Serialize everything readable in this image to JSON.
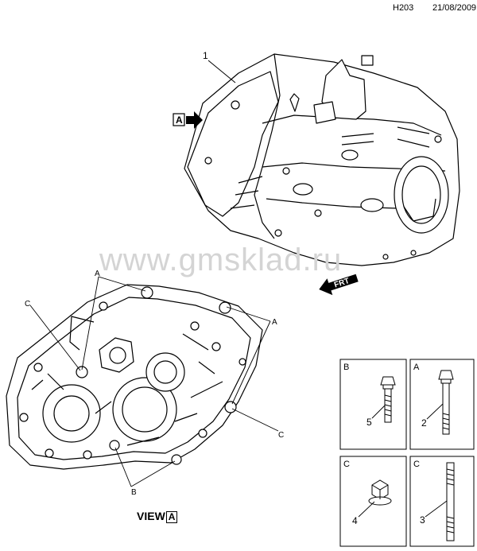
{
  "header": {
    "code": "H203",
    "date": "21/08/2009"
  },
  "watermark": "www.gmsklad.ru",
  "main_view": {
    "callout": "1",
    "arrow_label": "A",
    "front_label": "FRT"
  },
  "view_section": {
    "title": "VIEW",
    "view_letter": "A",
    "callouts": {
      "a_top": "A",
      "a_right": "A",
      "c_left": "C",
      "c_right": "C",
      "b_bottom": "B"
    }
  },
  "parts": [
    {
      "letter": "B",
      "number": "5",
      "name": "bolt"
    },
    {
      "letter": "A",
      "number": "2",
      "name": "long-bolt"
    },
    {
      "letter": "C",
      "number": "4",
      "name": "nut"
    },
    {
      "letter": "C",
      "number": "3",
      "name": "stud"
    }
  ]
}
